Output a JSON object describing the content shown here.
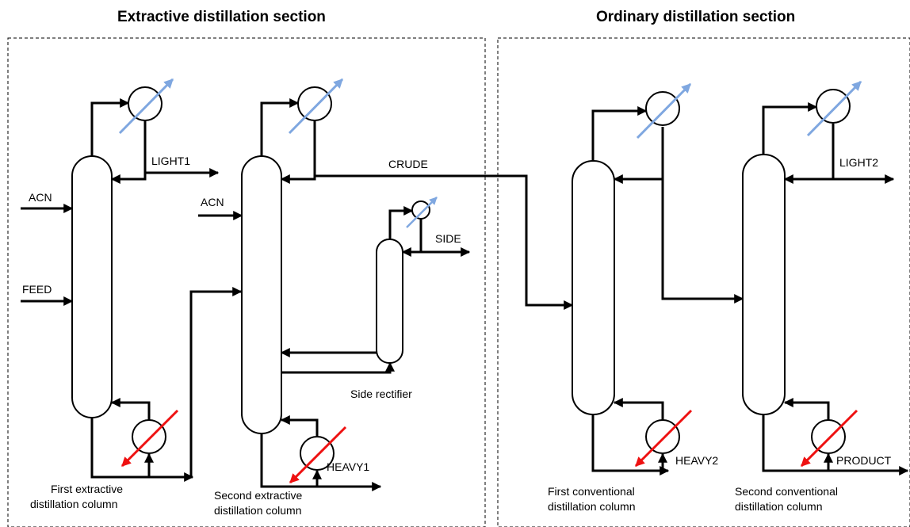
{
  "sections": {
    "extractive_title": "Extractive distillation section",
    "ordinary_title": "Ordinary distillation section"
  },
  "streams": {
    "acn1": "ACN",
    "feed": "FEED",
    "light1": "LIGHT1",
    "acn2": "ACN",
    "crude": "CRUDE",
    "side": "SIDE",
    "heavy1": "HEAVY1",
    "light2": "LIGHT2",
    "heavy2": "HEAVY2",
    "product": "PRODUCT"
  },
  "equipment": {
    "side_rectifier": "Side rectifier",
    "col1": [
      "First extractive",
      "distillation column"
    ],
    "col2": [
      "Second extractive",
      "distillation column"
    ],
    "col3": [
      "First conventional",
      "distillation column"
    ],
    "col4": [
      "Second conventional",
      "distillation column"
    ]
  },
  "colors": {
    "condenser_arrow": "#7fa7e0",
    "reboiler_arrow": "#ee1111",
    "pipe": "#000000"
  },
  "icons": {
    "condenser": "condenser-icon",
    "reboiler": "reboiler-icon",
    "flow_arrow": "arrow-head-icon"
  }
}
